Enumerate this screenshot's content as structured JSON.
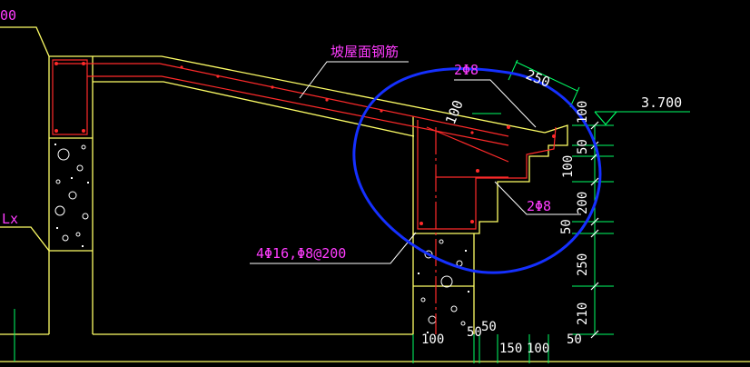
{
  "labels": {
    "top_left_fragment": "00",
    "beam_label": "Lx",
    "roof_rebar_note": "坡屋面钢筋",
    "rebar_top": "2Φ8",
    "rebar_right": "2Φ8",
    "rebar_main": "4Φ16,Φ8@200",
    "elevation": "3.700"
  },
  "dimensions": {
    "top_250": "250",
    "slab_100": "100",
    "right_100": "100",
    "right_50_upper": "50",
    "right_100_mid": "100",
    "right_200": "200",
    "right_50_lower": "50",
    "right_250": "250",
    "right_210": "210",
    "right_50_bottom": "50",
    "bottom_100": "100",
    "bottom_50_a": "50",
    "bottom_50_b": "50",
    "bottom_150": "150",
    "bottom_100_b": "100"
  },
  "colors": {
    "background": "#000000",
    "outline": "#ffff66",
    "rebar": "#ff2a2a",
    "dimension": "#00ff66",
    "text": "#ff3cff",
    "highlight": "#1530ff"
  }
}
